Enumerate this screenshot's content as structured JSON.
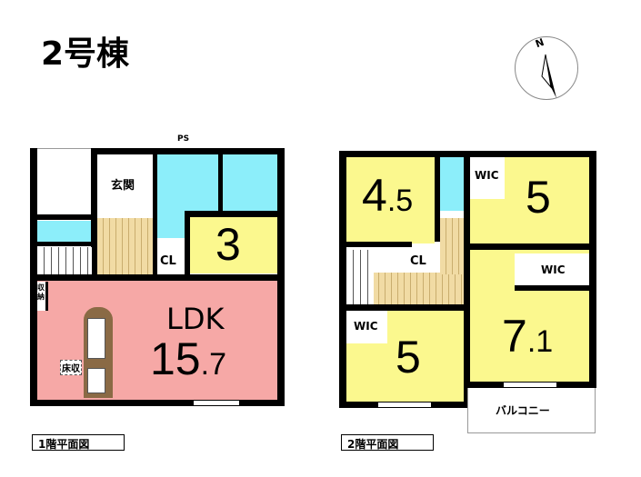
{
  "title": "2号棟",
  "compass": {
    "label": "N"
  },
  "floor1": {
    "caption": "1階平面図",
    "rooms": {
      "entrance": "玄関",
      "ps": "PS",
      "closet": "CL",
      "room3": "3",
      "ldk_label": "LDK",
      "ldk_size_int": "15",
      "ldk_size_dec": ".7",
      "storage": "収納",
      "floor_storage": "床収"
    }
  },
  "floor2": {
    "caption": "2階平面図",
    "rooms": {
      "room45_int": "4",
      "room45_dec": ".5",
      "room5a": "5",
      "wic1": "WIC",
      "closet": "CL",
      "wic2": "WIC",
      "room71_int": "7",
      "room71_dec": ".1",
      "wic3": "WIC",
      "room5b": "5",
      "balcony": "バルコニー"
    }
  }
}
